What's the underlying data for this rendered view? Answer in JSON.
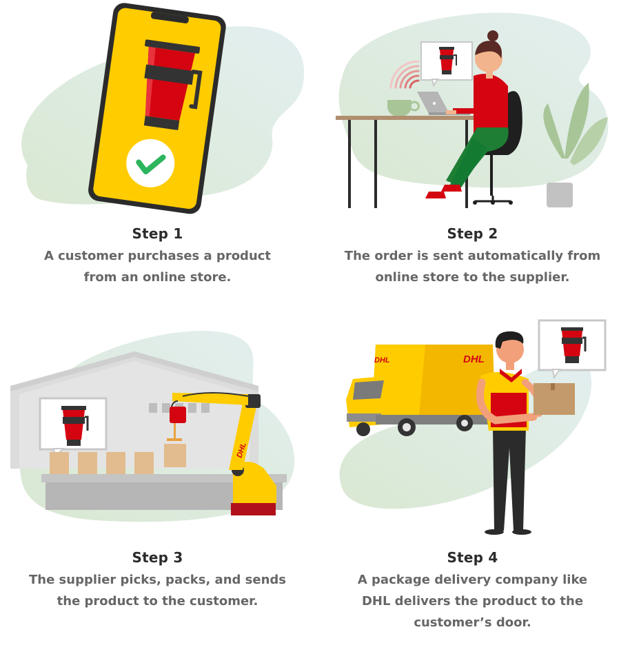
{
  "colors": {
    "dhl_yellow": "#FFCC00",
    "dhl_red": "#D40511",
    "blob_green": "#DDE9DA",
    "title_text": "#2B2B2B",
    "desc_text": "#666666",
    "check_green": "#2DB55D"
  },
  "steps": [
    {
      "title": "Step 1",
      "lines": [
        "A customer purchases a product",
        "from an online store."
      ],
      "illustration": "smartphone-with-product-and-checkmark"
    },
    {
      "title": "Step 2",
      "lines": [
        "The order is sent automatically from",
        "online store to the supplier."
      ],
      "illustration": "woman-ordering-on-laptop"
    },
    {
      "title": "Step 3",
      "lines": [
        "The supplier picks, packs, and sends",
        "the product to the customer."
      ],
      "illustration": "warehouse-robot-arm-packing"
    },
    {
      "title": "Step 4",
      "lines": [
        "A package delivery company like",
        "DHL delivers the product to the",
        "customer’s door."
      ],
      "illustration": "dhl-courier-with-truck-and-package"
    }
  ],
  "labels": {
    "truck_logo": "DHL",
    "robot_logo": "DHL"
  }
}
